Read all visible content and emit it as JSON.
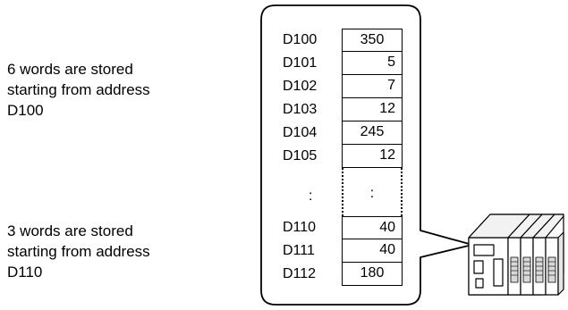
{
  "captions": {
    "top": [
      "6 words are stored",
      "starting from address",
      "D100"
    ],
    "bottom": [
      "3 words are stored",
      "starting from address",
      "D110"
    ]
  },
  "table": {
    "rows": [
      {
        "address": "D100",
        "value": "350"
      },
      {
        "address": "D101",
        "value": "5"
      },
      {
        "address": "D102",
        "value": "7"
      },
      {
        "address": "D103",
        "value": "12"
      },
      {
        "address": "D104",
        "value": "245"
      },
      {
        "address": "D105",
        "value": "12"
      },
      {
        "address": ":",
        "value": ":"
      },
      {
        "address": "D110",
        "value": "40"
      },
      {
        "address": "D111",
        "value": "40"
      },
      {
        "address": "D112",
        "value": "180"
      }
    ]
  },
  "device": {
    "icon": "plc-device-icon"
  }
}
